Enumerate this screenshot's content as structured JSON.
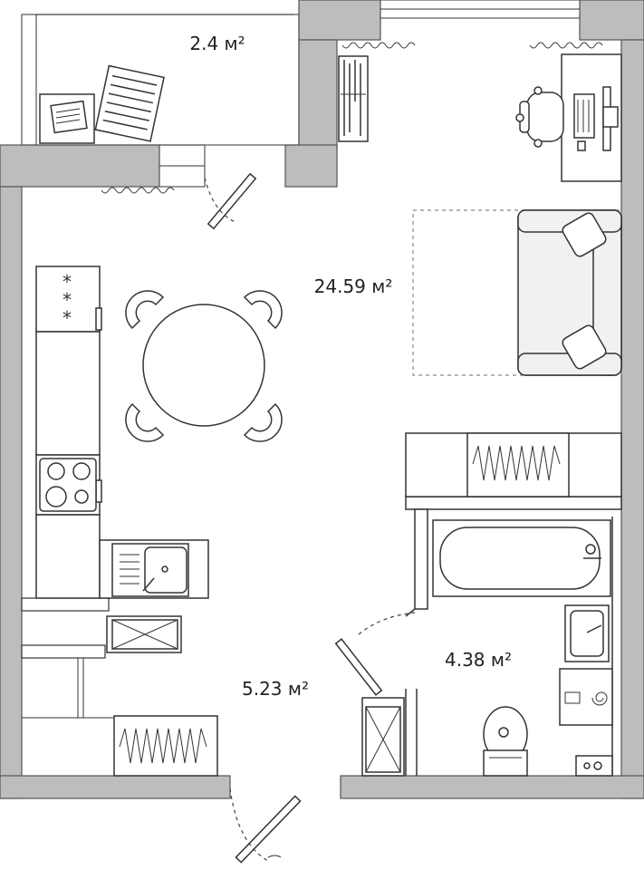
{
  "rooms": [
    {
      "key": "balcony",
      "area": "2.4 м²"
    },
    {
      "key": "living",
      "area": "24.59 м²"
    },
    {
      "key": "hall",
      "area": "5.23 м²"
    },
    {
      "key": "bathroom",
      "area": "4.38 м²"
    }
  ],
  "colors": {
    "wall": "#bdbdbd",
    "outline": "#333333",
    "background": "#ffffff"
  },
  "icons": [
    "stove-icon",
    "cooktop-icon",
    "sink-icon",
    "bathtub-icon",
    "toilet-icon",
    "washbasin-icon",
    "washing-machine-icon",
    "armchair-icon",
    "newspaper-icon",
    "desk-chair-icon",
    "computer-icon",
    "sofa-icon",
    "dining-table-icon"
  ]
}
